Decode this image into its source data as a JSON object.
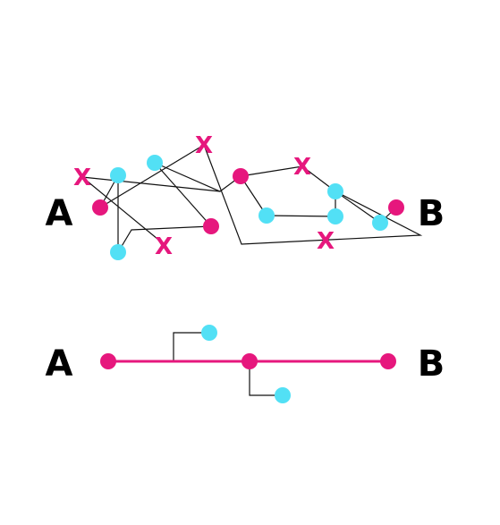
{
  "colors": {
    "magenta": "#e6177d",
    "cyan": "#52e0f5",
    "line": "#111111",
    "text": "#000000",
    "background": "#ffffff"
  },
  "diagram": {
    "labels": {
      "start": "A",
      "end": "B",
      "x_mark": "X"
    }
  }
}
